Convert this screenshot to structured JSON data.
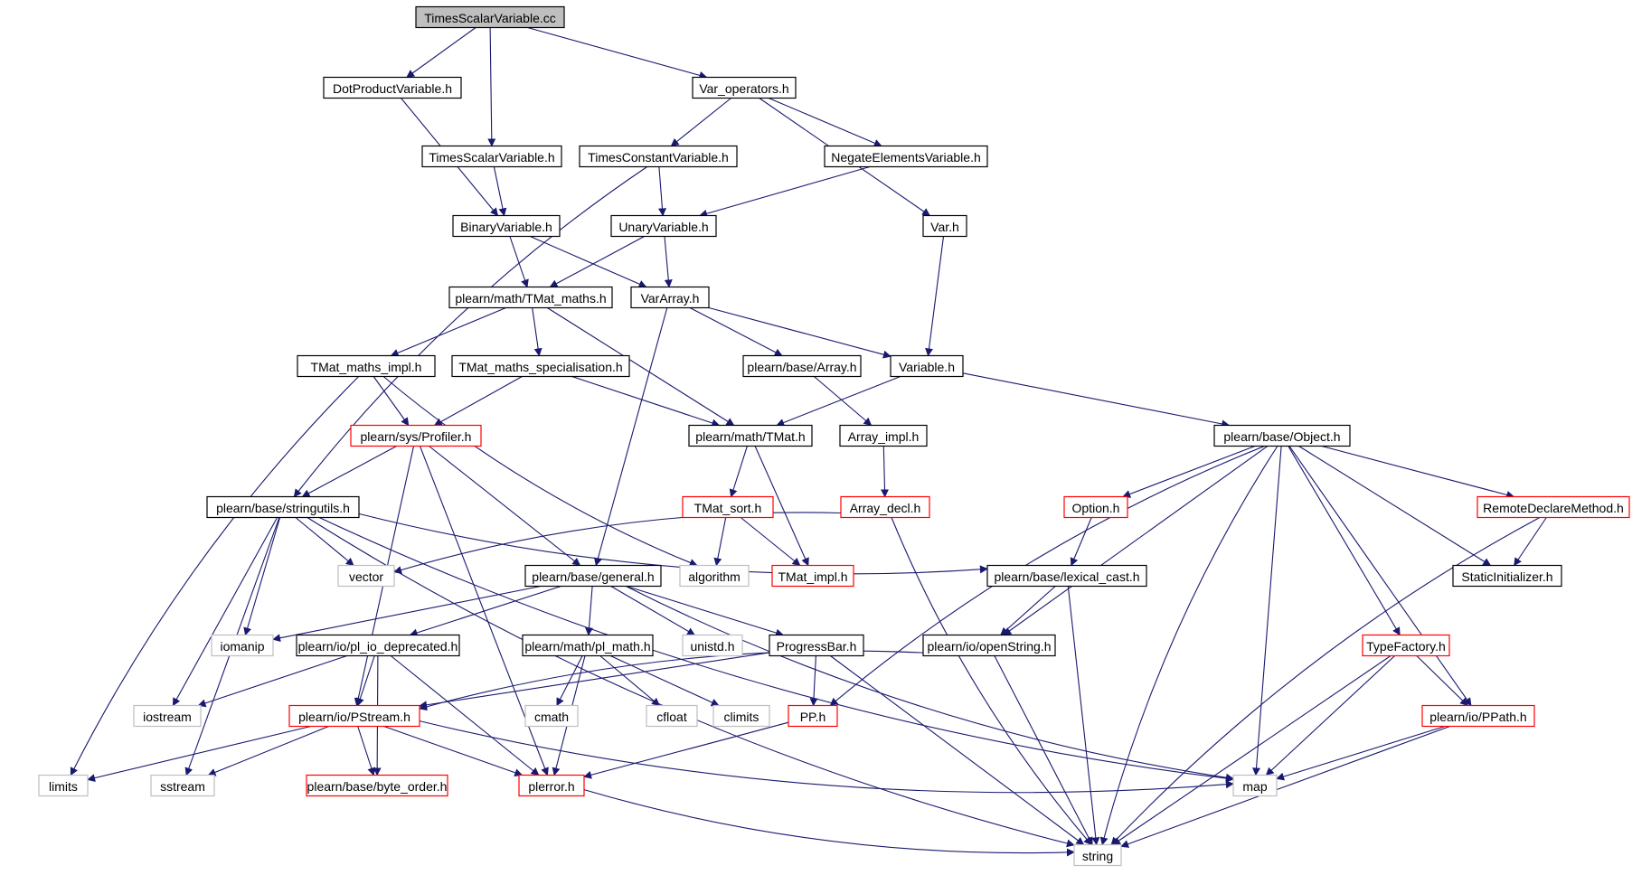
{
  "diagram": {
    "colors": {
      "edge": "#191970",
      "root_fill": "#bfbfbf",
      "header_border": "#000000",
      "truncated_border": "#ff0000",
      "system_border": "#bfbfbf",
      "node_fill": "#ffffff",
      "text": "#000000"
    },
    "nodes": [
      {
        "id": "n_root",
        "label": "TimesScalarVariable.cc",
        "kind": "root"
      },
      {
        "id": "n_dotprod",
        "label": "DotProductVariable.h",
        "kind": "header"
      },
      {
        "id": "n_varops",
        "label": "Var_operators.h",
        "kind": "header"
      },
      {
        "id": "n_tsvh",
        "label": "TimesScalarVariable.h",
        "kind": "header"
      },
      {
        "id": "n_tcv",
        "label": "TimesConstantVariable.h",
        "kind": "header"
      },
      {
        "id": "n_nev",
        "label": "NegateElementsVariable.h",
        "kind": "header"
      },
      {
        "id": "n_binvar",
        "label": "BinaryVariable.h",
        "kind": "header"
      },
      {
        "id": "n_unvar",
        "label": "UnaryVariable.h",
        "kind": "header"
      },
      {
        "id": "n_var",
        "label": "Var.h",
        "kind": "header"
      },
      {
        "id": "n_tmatmaths",
        "label": "plearn/math/TMat_maths.h",
        "kind": "header"
      },
      {
        "id": "n_vararray",
        "label": "VarArray.h",
        "kind": "header"
      },
      {
        "id": "n_tmmimpl",
        "label": "TMat_maths_impl.h",
        "kind": "header"
      },
      {
        "id": "n_tmmspec",
        "label": "TMat_maths_specialisation.h",
        "kind": "header"
      },
      {
        "id": "n_array",
        "label": "plearn/base/Array.h",
        "kind": "header"
      },
      {
        "id": "n_variable",
        "label": "Variable.h",
        "kind": "header"
      },
      {
        "id": "n_profiler",
        "label": "plearn/sys/Profiler.h",
        "kind": "truncated"
      },
      {
        "id": "n_tmat",
        "label": "plearn/math/TMat.h",
        "kind": "header"
      },
      {
        "id": "n_arrimpl",
        "label": "Array_impl.h",
        "kind": "header"
      },
      {
        "id": "n_object",
        "label": "plearn/base/Object.h",
        "kind": "header"
      },
      {
        "id": "n_stringutils",
        "label": "plearn/base/stringutils.h",
        "kind": "header"
      },
      {
        "id": "n_tmatsort",
        "label": "TMat_sort.h",
        "kind": "truncated"
      },
      {
        "id": "n_arrdecl",
        "label": "Array_decl.h",
        "kind": "truncated"
      },
      {
        "id": "n_option",
        "label": "Option.h",
        "kind": "truncated"
      },
      {
        "id": "n_rdm",
        "label": "RemoteDeclareMethod.h",
        "kind": "truncated"
      },
      {
        "id": "n_vector",
        "label": "vector",
        "kind": "system"
      },
      {
        "id": "n_general",
        "label": "plearn/base/general.h",
        "kind": "header"
      },
      {
        "id": "n_algorithm",
        "label": "algorithm",
        "kind": "system"
      },
      {
        "id": "n_tmatimpl",
        "label": "TMat_impl.h",
        "kind": "truncated"
      },
      {
        "id": "n_lexcast",
        "label": "plearn/base/lexical_cast.h",
        "kind": "header"
      },
      {
        "id": "n_staticinit",
        "label": "StaticInitializer.h",
        "kind": "header"
      },
      {
        "id": "n_iomanip",
        "label": "iomanip",
        "kind": "system"
      },
      {
        "id": "n_plio",
        "label": "plearn/io/pl_io_deprecated.h",
        "kind": "header"
      },
      {
        "id": "n_plmath",
        "label": "plearn/math/pl_math.h",
        "kind": "header"
      },
      {
        "id": "n_unistd",
        "label": "unistd.h",
        "kind": "system"
      },
      {
        "id": "n_progress",
        "label": "ProgressBar.h",
        "kind": "header"
      },
      {
        "id": "n_openstr",
        "label": "plearn/io/openString.h",
        "kind": "header"
      },
      {
        "id": "n_typefactory",
        "label": "TypeFactory.h",
        "kind": "truncated"
      },
      {
        "id": "n_iostream",
        "label": "iostream",
        "kind": "system"
      },
      {
        "id": "n_pstream",
        "label": "plearn/io/PStream.h",
        "kind": "truncated"
      },
      {
        "id": "n_cmath",
        "label": "cmath",
        "kind": "system"
      },
      {
        "id": "n_cfloat",
        "label": "cfloat",
        "kind": "system"
      },
      {
        "id": "n_climits",
        "label": "climits",
        "kind": "system"
      },
      {
        "id": "n_pph",
        "label": "PP.h",
        "kind": "truncated"
      },
      {
        "id": "n_ppath",
        "label": "plearn/io/PPath.h",
        "kind": "truncated"
      },
      {
        "id": "n_limits",
        "label": "limits",
        "kind": "system"
      },
      {
        "id": "n_sstream",
        "label": "sstream",
        "kind": "system"
      },
      {
        "id": "n_byteorder",
        "label": "plearn/base/byte_order.h",
        "kind": "truncated"
      },
      {
        "id": "n_plerror",
        "label": "plerror.h",
        "kind": "truncated"
      },
      {
        "id": "n_map",
        "label": "map",
        "kind": "system"
      },
      {
        "id": "n_string",
        "label": "string",
        "kind": "system"
      }
    ],
    "edges": [
      [
        "n_root",
        "n_dotprod"
      ],
      [
        "n_root",
        "n_tsvh"
      ],
      [
        "n_root",
        "n_varops"
      ],
      [
        "n_dotprod",
        "n_binvar"
      ],
      [
        "n_tsvh",
        "n_binvar"
      ],
      [
        "n_varops",
        "n_tcv"
      ],
      [
        "n_varops",
        "n_nev"
      ],
      [
        "n_varops",
        "n_var"
      ],
      [
        "n_tcv",
        "n_unvar"
      ],
      [
        "n_tcv",
        "n_stringutils"
      ],
      [
        "n_nev",
        "n_unvar"
      ],
      [
        "n_binvar",
        "n_tmatmaths"
      ],
      [
        "n_binvar",
        "n_vararray"
      ],
      [
        "n_unvar",
        "n_tmatmaths"
      ],
      [
        "n_unvar",
        "n_vararray"
      ],
      [
        "n_var",
        "n_variable"
      ],
      [
        "n_tmatmaths",
        "n_tmmimpl"
      ],
      [
        "n_tmatmaths",
        "n_tmmspec"
      ],
      [
        "n_tmatmaths",
        "n_tmat"
      ],
      [
        "n_vararray",
        "n_array"
      ],
      [
        "n_vararray",
        "n_variable"
      ],
      [
        "n_vararray",
        "n_general"
      ],
      [
        "n_tmmimpl",
        "n_profiler"
      ],
      [
        "n_tmmimpl",
        "n_algorithm"
      ],
      [
        "n_tmmimpl",
        "n_limits"
      ],
      [
        "n_tmmspec",
        "n_profiler"
      ],
      [
        "n_tmmspec",
        "n_tmat"
      ],
      [
        "n_array",
        "n_arrimpl"
      ],
      [
        "n_variable",
        "n_tmat"
      ],
      [
        "n_variable",
        "n_object"
      ],
      [
        "n_profiler",
        "n_stringutils"
      ],
      [
        "n_profiler",
        "n_general"
      ],
      [
        "n_profiler",
        "n_pstream"
      ],
      [
        "n_profiler",
        "n_plerror"
      ],
      [
        "n_tmat",
        "n_tmatsort"
      ],
      [
        "n_tmat",
        "n_tmatimpl"
      ],
      [
        "n_arrimpl",
        "n_arrdecl"
      ],
      [
        "n_arrdecl",
        "n_vector"
      ],
      [
        "n_arrdecl",
        "n_string"
      ],
      [
        "n_tmatsort",
        "n_algorithm"
      ],
      [
        "n_tmatsort",
        "n_tmatimpl"
      ],
      [
        "n_object",
        "n_option"
      ],
      [
        "n_object",
        "n_rdm"
      ],
      [
        "n_object",
        "n_staticinit"
      ],
      [
        "n_object",
        "n_typefactory"
      ],
      [
        "n_object",
        "n_ppath"
      ],
      [
        "n_object",
        "n_map"
      ],
      [
        "n_object",
        "n_string"
      ],
      [
        "n_object",
        "n_pph"
      ],
      [
        "n_object",
        "n_openstr"
      ],
      [
        "n_option",
        "n_lexcast"
      ],
      [
        "n_rdm",
        "n_staticinit"
      ],
      [
        "n_rdm",
        "n_string"
      ],
      [
        "n_stringutils",
        "n_vector"
      ],
      [
        "n_stringutils",
        "n_iomanip"
      ],
      [
        "n_stringutils",
        "n_iostream"
      ],
      [
        "n_stringutils",
        "n_sstream"
      ],
      [
        "n_stringutils",
        "n_string"
      ],
      [
        "n_stringutils",
        "n_lexcast"
      ],
      [
        "n_stringutils",
        "n_map"
      ],
      [
        "n_general",
        "n_iomanip"
      ],
      [
        "n_general",
        "n_plio"
      ],
      [
        "n_general",
        "n_plmath"
      ],
      [
        "n_general",
        "n_unistd"
      ],
      [
        "n_general",
        "n_progress"
      ],
      [
        "n_general",
        "n_map"
      ],
      [
        "n_lexcast",
        "n_openstr"
      ],
      [
        "n_lexcast",
        "n_string"
      ],
      [
        "n_plio",
        "n_iostream"
      ],
      [
        "n_plio",
        "n_pstream"
      ],
      [
        "n_plio",
        "n_byteorder"
      ],
      [
        "n_plio",
        "n_plerror"
      ],
      [
        "n_plmath",
        "n_cmath"
      ],
      [
        "n_plmath",
        "n_cfloat"
      ],
      [
        "n_plmath",
        "n_climits"
      ],
      [
        "n_plmath",
        "n_plerror"
      ],
      [
        "n_progress",
        "n_pstream"
      ],
      [
        "n_progress",
        "n_pph"
      ],
      [
        "n_progress",
        "n_string"
      ],
      [
        "n_openstr",
        "n_pstream"
      ],
      [
        "n_openstr",
        "n_string"
      ],
      [
        "n_typefactory",
        "n_ppath"
      ],
      [
        "n_typefactory",
        "n_map"
      ],
      [
        "n_typefactory",
        "n_string"
      ],
      [
        "n_pstream",
        "n_limits"
      ],
      [
        "n_pstream",
        "n_sstream"
      ],
      [
        "n_pstream",
        "n_byteorder"
      ],
      [
        "n_pstream",
        "n_plerror"
      ],
      [
        "n_pstream",
        "n_map"
      ],
      [
        "n_pph",
        "n_plerror"
      ],
      [
        "n_ppath",
        "n_map"
      ],
      [
        "n_ppath",
        "n_string"
      ],
      [
        "n_plerror",
        "n_string"
      ]
    ]
  }
}
